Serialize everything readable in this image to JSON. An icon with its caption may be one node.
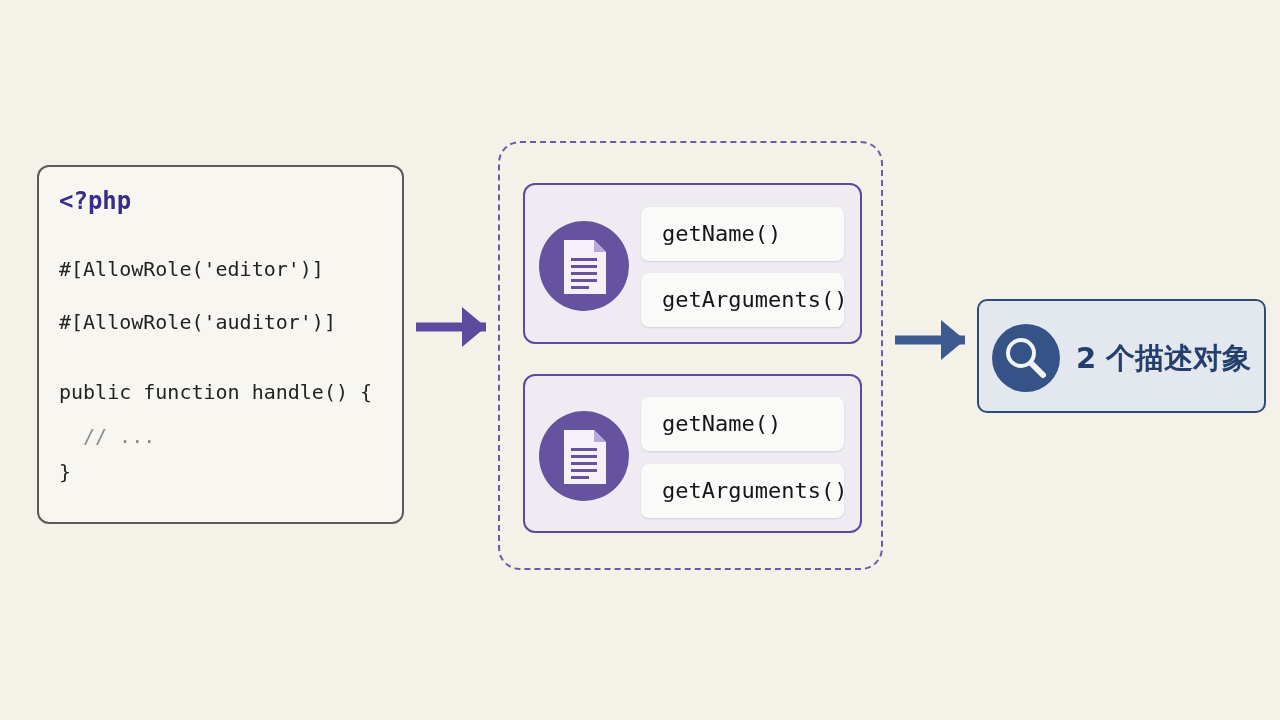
{
  "diagram": {
    "nodes": [
      {
        "text": [
          "<?php",
          "#[AllowRole('editor')]",
          "#[AllowRole('auditor')]",
          "public function handle() {",
          "// ...",
          "}"
        ]
      },
      {
        "text": [],
        "shape": "box"
      },
      {
        "text": [],
        "shape": "box",
        "in": 1
      },
      {
        "text": [
          "getName()"
        ],
        "in": 2
      },
      {
        "text": [
          "getArguments()"
        ],
        "in": 2
      },
      {
        "text": [],
        "shape": "box",
        "in": 1
      },
      {
        "text": [
          "getName()"
        ],
        "in": 5
      },
      {
        "text": [
          "getArguments()"
        ],
        "in": 5
      },
      {
        "text": [
          "2 个描述对象"
        ]
      }
    ],
    "edges": [
      {
        "from": 0,
        "to": 1,
        "arrow": "to",
        "color": "#5b4b9f"
      },
      {
        "from": 1,
        "to": 8,
        "arrow": "to",
        "color": "#3d5a8e"
      }
    ]
  }
}
